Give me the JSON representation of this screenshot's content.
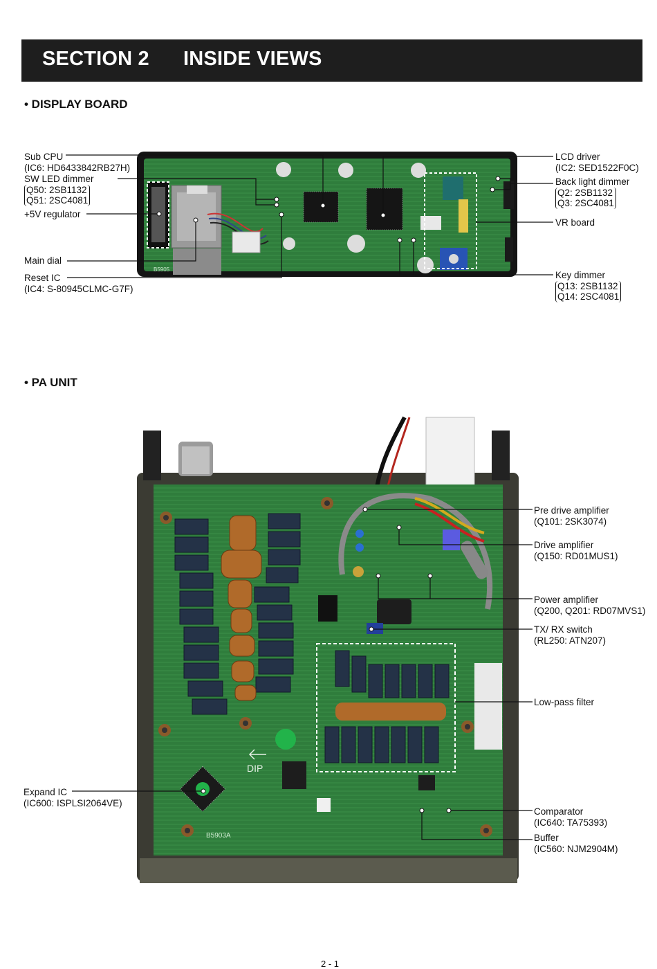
{
  "header": {
    "section": "SECTION 2",
    "title": "INSIDE VIEWS"
  },
  "display_board": {
    "heading": "• DISPLAY BOARD",
    "labels": {
      "sub_cpu": {
        "name": "Sub CPU",
        "part": "(IC6: HD6433842RB27H)"
      },
      "sw_led_dimmer": {
        "name": "SW LED dimmer",
        "part1": "Q50: 2SB1132",
        "part2": "Q51: 2SC4081"
      },
      "regulator": {
        "name": "+5V regulator"
      },
      "main_dial": {
        "name": "Main dial"
      },
      "reset_ic": {
        "name": "Reset IC",
        "part": "(IC4: S-80945CLMC-G7F)"
      },
      "lcd_driver": {
        "name": "LCD driver",
        "part": "(IC2: SED1522F0C)"
      },
      "back_light_dimmer": {
        "name": "Back light dimmer",
        "part1": "Q2: 2SB1132",
        "part2": "Q3: 2SC4081"
      },
      "vr_board": {
        "name": "VR board"
      },
      "key_dimmer": {
        "name": "Key dimmer",
        "part1": "Q13: 2SB1132",
        "part2": "Q14: 2SC4081"
      }
    },
    "board_marking": "B5905"
  },
  "pa_unit": {
    "heading": "• PA UNIT",
    "labels": {
      "pre_drive": {
        "name": "Pre drive amplifier",
        "part": "(Q101: 2SK3074)"
      },
      "drive": {
        "name": "Drive amplifier",
        "part": "(Q150: RD01MUS1)"
      },
      "power": {
        "name": "Power amplifier",
        "part": "(Q200, Q201: RD07MVS1)"
      },
      "txrx": {
        "name": "TX/ RX switch",
        "part": "(RL250: ATN207)"
      },
      "lpf": {
        "name": "Low-pass filter"
      },
      "comparator": {
        "name": "Comparator",
        "part": "(IC640: TA75393)"
      },
      "buffer": {
        "name": "Buffer",
        "part": "(IC560: NJM2904M)"
      },
      "expand_ic": {
        "name": "Expand IC",
        "part": "(IC600: ISPLSI2064VE)"
      }
    },
    "board_marking": "B5903A",
    "dip_marking": "DIP"
  },
  "footer": {
    "page": "2 - 1"
  },
  "colors": {
    "header_bg": "#1e1e1e",
    "pcb_green": "#2f7d3c",
    "relay_blue": "#243247"
  }
}
